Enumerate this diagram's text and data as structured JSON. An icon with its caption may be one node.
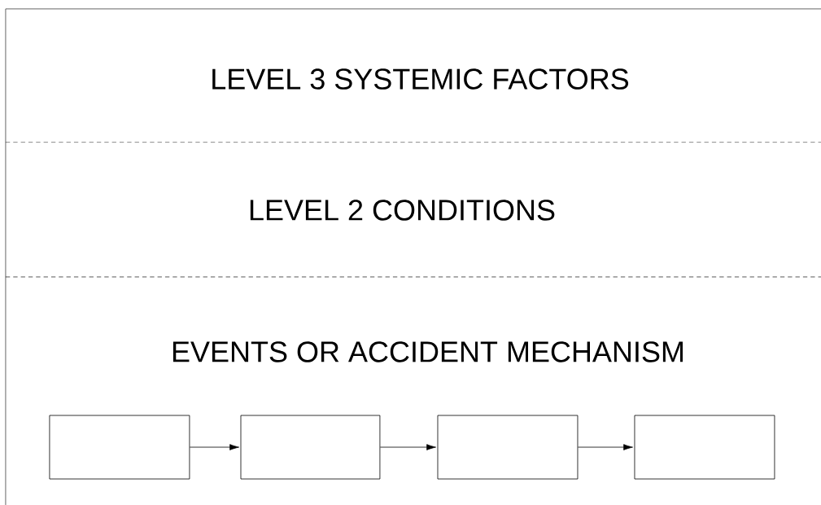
{
  "diagram": {
    "nodes": [
      {
        "text": [
          "LEVEL 3 SYSTEMIC FACTORS"
        ]
      },
      {
        "text": [
          "LEVEL 2 CONDITIONS"
        ]
      },
      {
        "text": [
          "EVENTS OR ACCIDENT MECHANISM"
        ]
      },
      {
        "text": [],
        "shape": "box"
      },
      {
        "text": [],
        "shape": "box"
      },
      {
        "text": [],
        "shape": "box"
      },
      {
        "text": [],
        "shape": "box"
      }
    ],
    "edges": [
      {
        "from": 3,
        "to": 4,
        "arrow": "to"
      },
      {
        "from": 4,
        "to": 5,
        "arrow": "to"
      },
      {
        "from": 5,
        "to": 6,
        "arrow": "to"
      }
    ]
  }
}
